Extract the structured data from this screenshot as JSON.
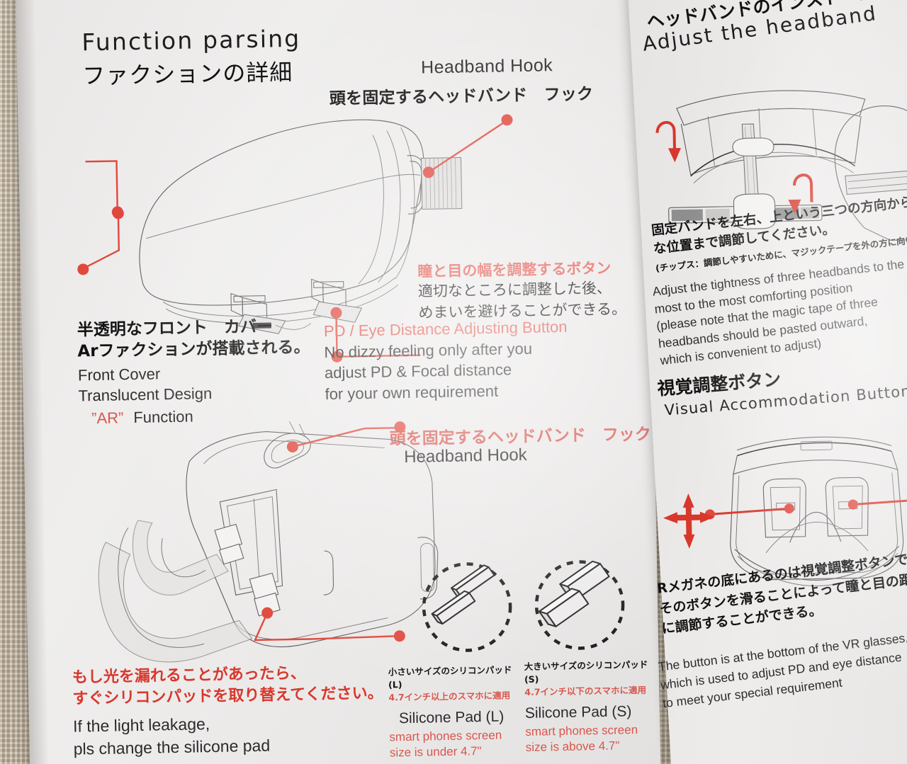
{
  "document": {
    "type": "vr-headset-instruction-manual",
    "surface": "woven-fabric-background"
  },
  "left_page": {
    "title_en": "Function parsing",
    "title_jp": "ファクションの詳細",
    "headband_hook_top": {
      "en": "Headband Hook",
      "jp": "頭を固定するヘッドバンド　フック",
      "en_color": "#e3584f",
      "jp_color": "#111111"
    },
    "front_cover": {
      "jp_line1": "半透明なフロント　カバー",
      "jp_line2": "Arファクションが搭載される。",
      "en_line1": "Front Cover",
      "en_line2": "Translucent Design",
      "en_line3_quote_open": "”",
      "en_line3_ar": "AR",
      "en_line3_quote_close": "”",
      "en_line3_tail": "Function",
      "ar_color": "#d8564d"
    },
    "pd_button": {
      "jp_heading": "瞳と目の幅を調整するボタン",
      "jp_line1": "適切なところに調整した後、",
      "jp_line2": "めまいを避けることができる。",
      "en_heading": "PD / Eye Distance Adjusting Button",
      "en_line1": "No dizzy feeling only after you",
      "en_line2": "adjust PD & Focal distance",
      "en_line3": "for your own requirement",
      "heading_color": "#e3584f"
    },
    "headband_hook_bottom": {
      "jp": "頭を固定するヘッドバンド　フック",
      "en": "Headband Hook",
      "jp_color": "#d8564d",
      "en_color": "#1f1f1f"
    },
    "light_leakage": {
      "jp_line1": "もし光を漏れることがあったら、",
      "jp_line2": "すぐシリコンパッドを取り替えてください。",
      "en_line1": "If the light leakage,",
      "en_line2": "pls change the silicone pad",
      "jp_color": "#d8372c"
    },
    "silicone_pads": [
      {
        "jp_title": "小さいサイズのシリコンパッド(L)",
        "jp_sub": "4.7インチ以上のスマホに適用",
        "en_title": "Silicone Pad (L)",
        "en_sub1": "smart phones screen",
        "en_sub2": "size is under 4.7\"",
        "jp_sub_color": "#d8564d",
        "en_sub_color": "#d8564d"
      },
      {
        "jp_title": "大きいサイズのシリコンパッド(S)",
        "jp_sub": "4.7インチ以下のスマホに適用",
        "en_title": "Silicone Pad (S)",
        "en_sub1": "smart phones screen",
        "en_sub2": "size is above 4.7\"",
        "jp_sub_color": "#d8564d",
        "en_sub_color": "#d8564d"
      }
    ]
  },
  "right_page": {
    "title_jp": "ヘッドバンドのインストールと付け方",
    "title_en": "Adjust the headband",
    "headband_text": {
      "jp_line1": "固定バンドを左右、上という三つの方向から最も適",
      "jp_line2": "な位置まで調節してください。",
      "jp_note": "(チップス：調節しやすいために、マジックテープを外の方に向いて",
      "en_line1": "Adjust the tightness of three headbands to the",
      "en_line2": "most to the most comforting position",
      "en_line3": "(please note that the magic tape of three",
      "en_line4": "headbands should be pasted outward,",
      "en_line5": "which is convenient to adjust)"
    },
    "visual_button": {
      "jp_heading": "視覚調整ボタン",
      "en_heading": "Visual Accommodation Button",
      "jp_line1": "Rメガネの底にあるのは視覚調整ボタンである",
      "jp_line2": "そのボタンを滑ることによって瞳と目の距離を一番適",
      "jp_line3": "に調節することができる。",
      "en_line1": "The button is at the bottom of the VR glasses,",
      "en_line2": "which is used to adjust PD and eye distance",
      "en_line3": "to meet your special requirement"
    }
  },
  "colors": {
    "accent_red": "#e0483e",
    "accent_salmon": "#e3584f",
    "ink": "#1d1d1d",
    "paper": "#eceaea"
  }
}
